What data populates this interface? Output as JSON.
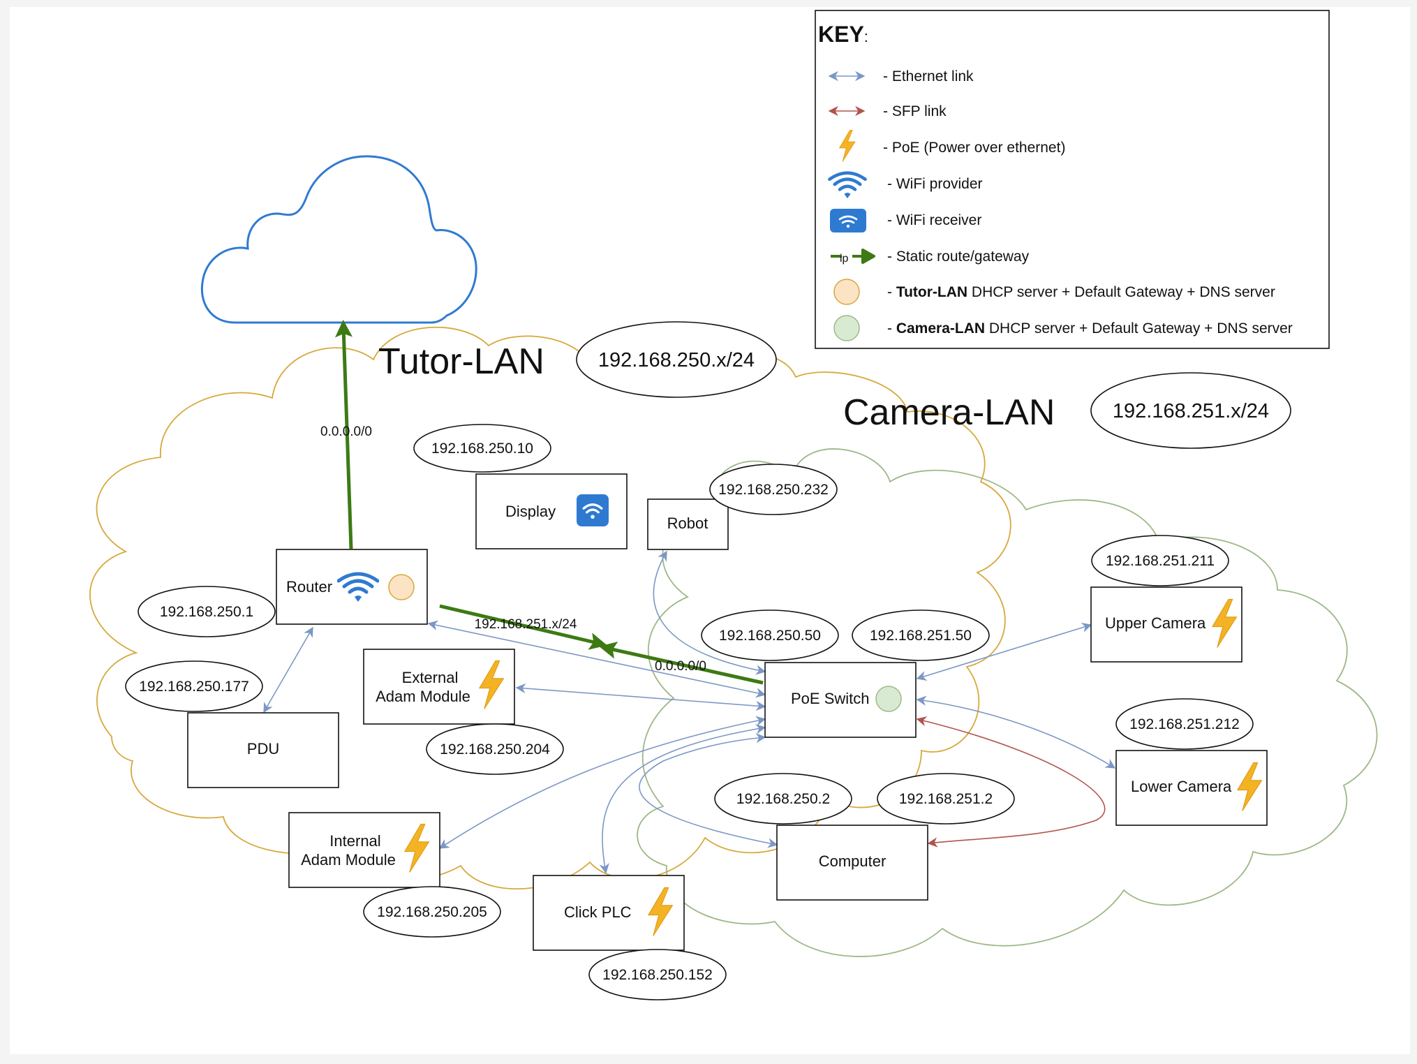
{
  "lan": {
    "tutor_title": "Tutor-LAN",
    "tutor_subnet": "192.168.250.x/24",
    "camera_title": "Camera-LAN",
    "camera_subnet": "192.168.251.x/24"
  },
  "routes": {
    "internet_route": "0.0.0.0/0",
    "to_camera": "192.168.251.x/24",
    "to_tutor": "0.0.0.0/0"
  },
  "nodes": {
    "router": {
      "label": "Router",
      "ip": "192.168.250.1"
    },
    "display": {
      "label": "Display",
      "ip": "192.168.250.10"
    },
    "robot": {
      "label": "Robot",
      "ip": "192.168.250.232"
    },
    "pdu": {
      "label": "PDU",
      "ip": "192.168.250.177"
    },
    "external_adam": {
      "label_line1": "External",
      "label_line2": "Adam Module",
      "ip": "192.168.250.204"
    },
    "internal_adam": {
      "label_line1": "Internal",
      "label_line2": "Adam Module",
      "ip": "192.168.250.205"
    },
    "click_plc": {
      "label": "Click PLC",
      "ip": "192.168.250.152"
    },
    "poe_switch": {
      "label": "PoE Switch",
      "ip_tutor": "192.168.250.50",
      "ip_camera": "192.168.251.50"
    },
    "computer": {
      "label": "Computer",
      "ip_tutor": "192.168.250.2",
      "ip_camera": "192.168.251.2"
    },
    "upper_camera": {
      "label": "Upper Camera",
      "ip": "192.168.251.211"
    },
    "lower_camera": {
      "label": "Lower Camera",
      "ip": "192.168.251.212"
    }
  },
  "key": {
    "title": "KEY",
    "title_suffix": ":",
    "ethernet": "- Ethernet link",
    "sfp": "- SFP link",
    "poe": "- PoE (Power over ethernet)",
    "wifi_provider": "- WiFi provider",
    "wifi_receiver": "- WiFi receiver",
    "static_route": "- Static route/gateway",
    "static_route_icon_text": "ip",
    "tutor_dhcp_prefix": "- ",
    "tutor_dhcp_bold": "Tutor-LAN",
    "tutor_dhcp_rest": " DHCP server + Default Gateway + DNS server",
    "camera_dhcp_prefix": "- ",
    "camera_dhcp_bold": "Camera-LAN",
    "camera_dhcp_rest": " DHCP server + Default Gateway + DNS server"
  },
  "icons": {
    "poe": "lightning-bolt",
    "wifi_provider": "wifi-broadcast",
    "wifi_receiver": "wifi-badge",
    "tutor_dhcp": "peach-circle",
    "camera_dhcp": "green-circle"
  },
  "colors": {
    "ethernet_link": "#7b97c4",
    "sfp_link": "#b0544c",
    "static_route": "#3d7a14",
    "poe_bolt": "#f3b324",
    "wifi_blue": "#2f7ad1",
    "tutor_dhcp_fill": "#fbe3c4",
    "camera_dhcp_fill": "#d9ead2",
    "tutor_lan_outline": "#d7a83c",
    "camera_lan_outline": "#9db887",
    "internet_cloud": "#2f7ad1"
  }
}
